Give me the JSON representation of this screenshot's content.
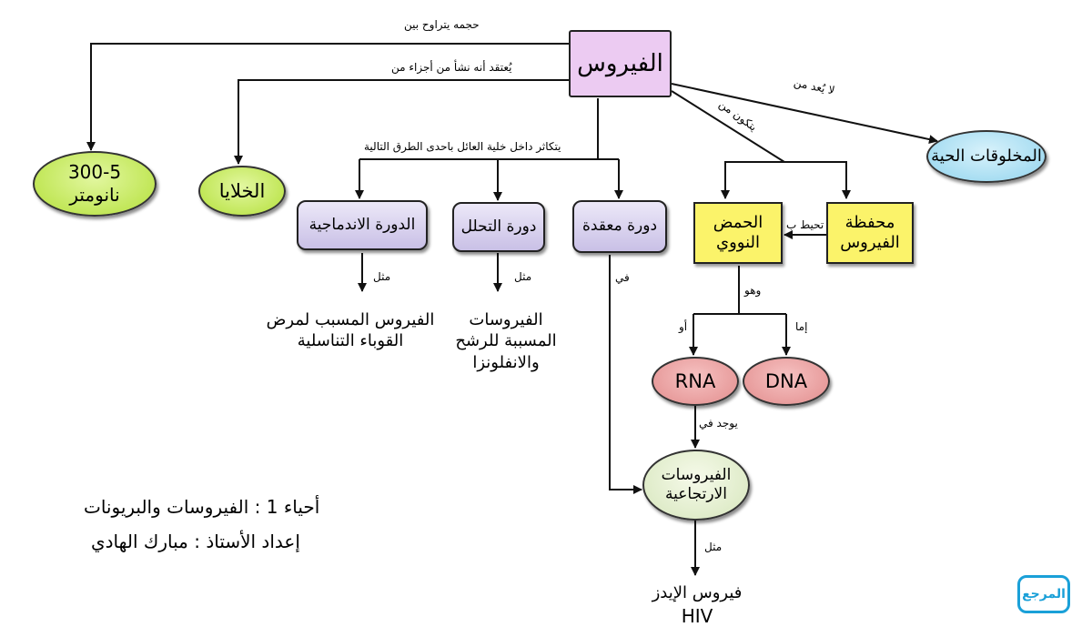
{
  "main_node": "الفيروس",
  "edge_labels": {
    "size_range": "حجمه يتراوح بين",
    "origin": "يُعتقد أنه نشأ من أجزاء من",
    "not_living": "لا يُعد من",
    "consists_of": "يتكون من",
    "replicates": "يتكاثر داخل خلية العائل  باحدى الطرق التالية",
    "surrounds": "تحيط ب",
    "example_1": "مثل",
    "example_2": "مثل",
    "in": "في",
    "and_it": "وهو",
    "either": "إما",
    "or": "أو",
    "found_in": "يوجد في",
    "example_3": "مثل"
  },
  "nodes": {
    "size": "300-5 نانومتر",
    "cells": "الخلايا",
    "living": "المخلوقات الحية",
    "lysogenic": "الدورة الاندماجية",
    "lytic": "دورة التحلل",
    "complex": "دورة معقدة",
    "nucleic_acid": "الحمض النووي",
    "capsid": "محفظة الفيروس",
    "rna": "RNA",
    "dna": "DNA",
    "retro": "الفيروسات الارتجاعية"
  },
  "examples": {
    "lysogenic_example": "الفيروس المسبب لمرض القوباء التناسلية",
    "lytic_example": "الفيروسات المسببة للرشح والانفلونزا",
    "retro_example_name": "فيروس الإيدز",
    "retro_example_abbr": "HIV"
  },
  "footer": {
    "line1": "أحياء 1 : الفيروسات والبريونات",
    "line2": "إعداد الأستاذ : مبارك الهادي"
  },
  "logo_text": "المرجع"
}
